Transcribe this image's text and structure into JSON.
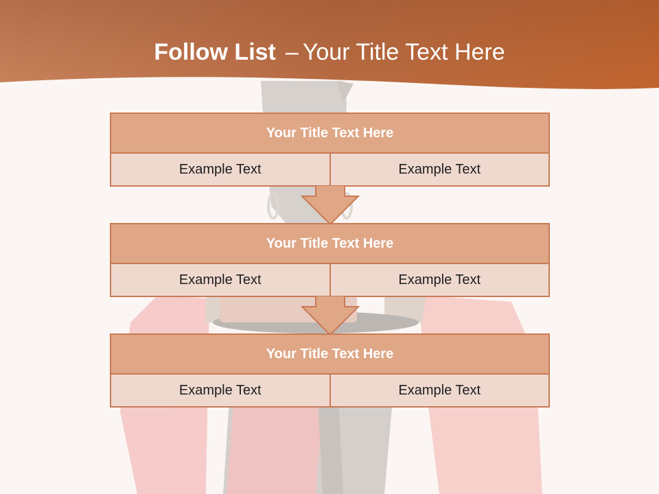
{
  "slide": {
    "title_bold": "Follow List",
    "title_separator": "–",
    "title_rest": "Your Title Text Here"
  },
  "blocks": [
    {
      "title": "Your Title Text Here",
      "cells": [
        "Example Text",
        "Example Text"
      ]
    },
    {
      "title": "Your Title Text Here",
      "cells": [
        "Example Text",
        "Example Text"
      ]
    },
    {
      "title": "Your Title Text Here",
      "cells": [
        "Example Text",
        "Example Text"
      ]
    }
  ],
  "colors": {
    "header_band": "#c9754a",
    "block_title_fill": "#dfa786",
    "block_cell_fill": "#efd9cf",
    "block_border": "#c97a55",
    "arrow_fill": "#dfa786",
    "background": "#fbf6f3"
  }
}
